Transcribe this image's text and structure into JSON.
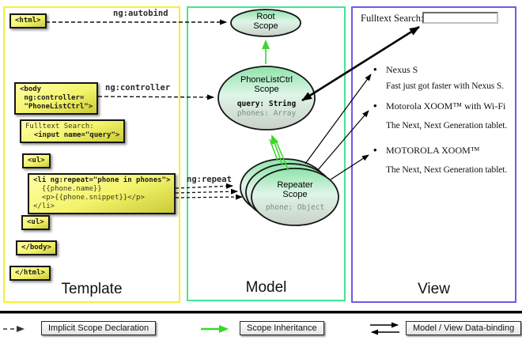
{
  "columns": {
    "template_label": "Template",
    "model_label": "Model",
    "view_label": "View"
  },
  "annotations": {
    "autobind": "ng:autobind",
    "controller": "ng:controller",
    "repeat": "ng:repeat"
  },
  "template": {
    "html_open": "<html>",
    "body_open": "<body\n ng:controller=\n \"PhoneListCtrl\">",
    "fulltext_line1": "Fulltext Search:",
    "fulltext_line2": "  <input name=\"query\">",
    "ul_open": "<ul>",
    "li_line1": "<li ng:repeat=\"phone in phones\">",
    "li_line2": "  {{phone.name}}",
    "li_line3": "  <p>{{phone.snippet}}</p>",
    "li_line4": "</li>",
    "ul_close": "<ul>",
    "body_close": "</body>",
    "html_close": "</html>"
  },
  "model": {
    "root_scope": {
      "title1": "Root",
      "title2": "Scope"
    },
    "phonelist_scope": {
      "title1": "PhoneListCtrl",
      "title2": "Scope",
      "prop1": "query: String",
      "prop2": "phones: Array"
    },
    "repeater_scope": {
      "title1": "Repeater",
      "title2": "Scope",
      "prop1": "phone: Object"
    }
  },
  "view": {
    "search_label": "Fulltext Search:",
    "search_value": "",
    "bullet_glyph": "•",
    "items": [
      {
        "title": "Nexus S",
        "desc": "Fast just got faster with Nexus S."
      },
      {
        "title": "Motorola XOOM™  with Wi-Fi",
        "desc": "The Next, Next Generation tablet."
      },
      {
        "title": "MOTOROLA XOOM™",
        "desc": "The Next, Next Generation tablet."
      }
    ]
  },
  "legend": {
    "implicit": "Implicit Scope Declaration",
    "inheritance": "Scope Inheritance",
    "databinding": "Model / View Data-binding"
  },
  "colors": {
    "template_border": "#f5f233",
    "model_border": "#46e393",
    "view_border": "#6c5ce8",
    "inheritance_green": "#3bd62b",
    "tag_yellow_top": "#ffffa8",
    "tag_yellow_bottom": "#c9c938",
    "scope_green_top": "#8ee3aa",
    "scope_gray_bottom": "#c8d0c8"
  }
}
